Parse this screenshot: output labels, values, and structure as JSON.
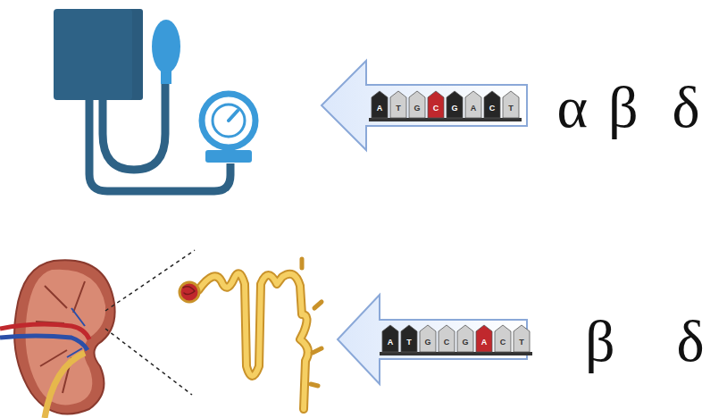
{
  "diagram": {
    "labels": [
      "A",
      "T",
      "G",
      "C",
      "G",
      "A",
      "C",
      "T",
      "α",
      "β",
      "δ",
      "A",
      "T",
      "G",
      "C",
      "G",
      "A",
      "C",
      "T",
      "β",
      "δ"
    ]
  }
}
